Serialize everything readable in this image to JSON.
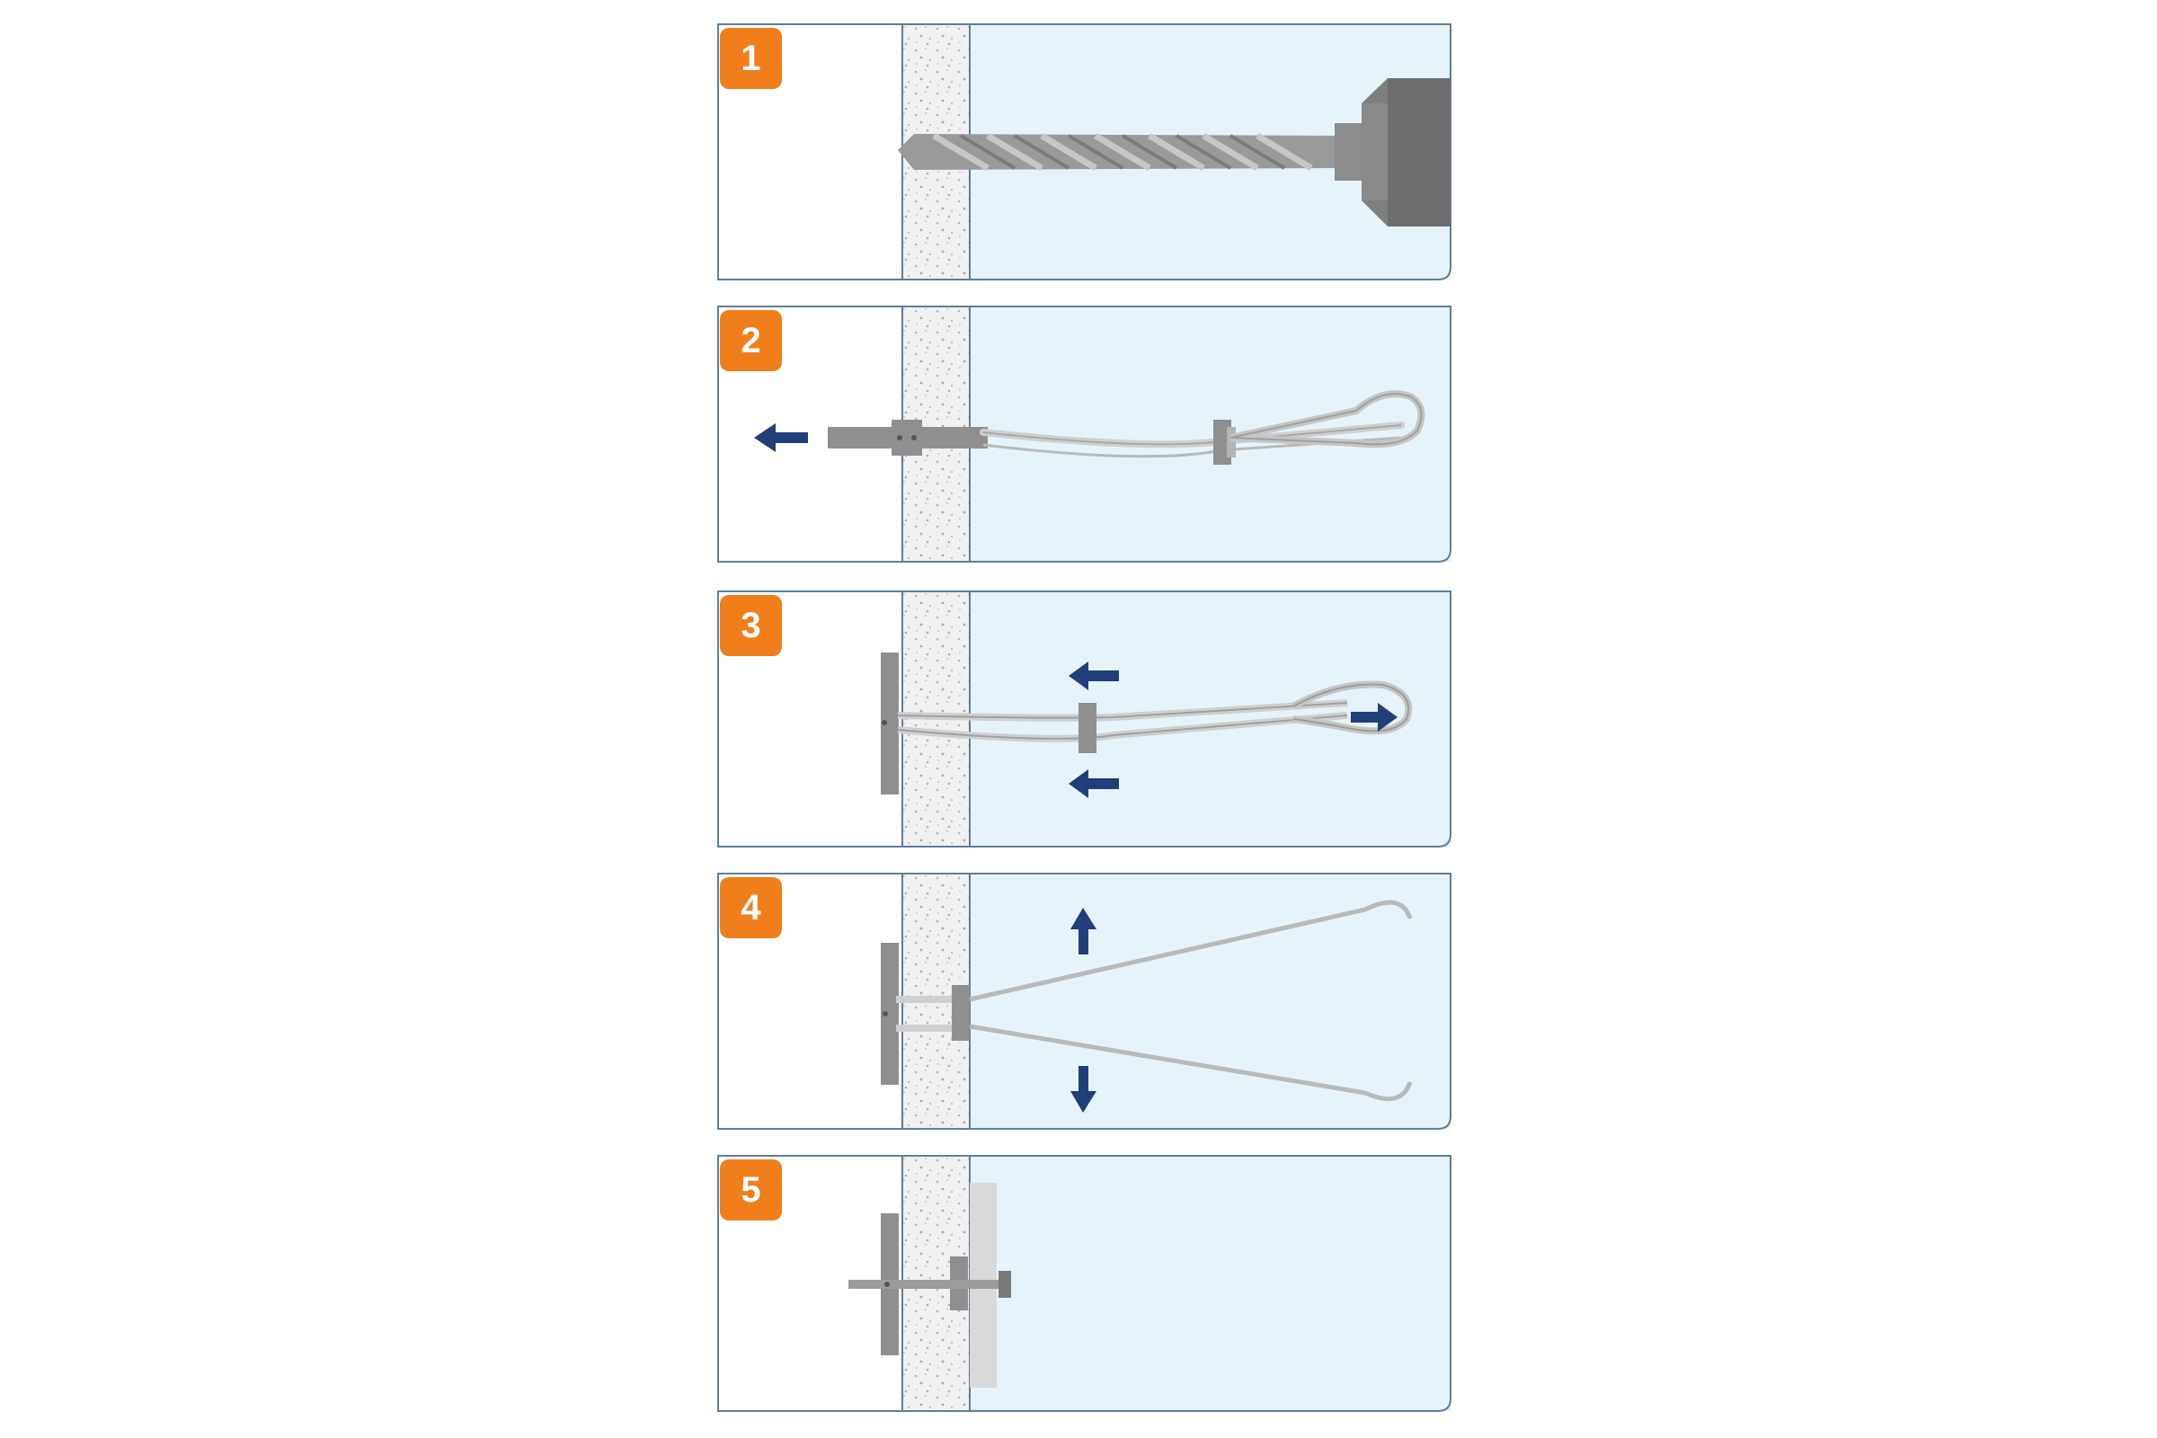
{
  "steps": [
    {
      "number": "1"
    },
    {
      "number": "2"
    },
    {
      "number": "3"
    },
    {
      "number": "4"
    },
    {
      "number": "5"
    }
  ],
  "colors": {
    "badge": "#f07f1b",
    "panel": "#e6f3fb",
    "frame": "#5f7e99",
    "wall": "#eeeeee",
    "arrow": "#1e3f78",
    "metal": "#9e9e9e",
    "metal_dark": "#7a7a7a",
    "wire": "#cfcfcf"
  }
}
